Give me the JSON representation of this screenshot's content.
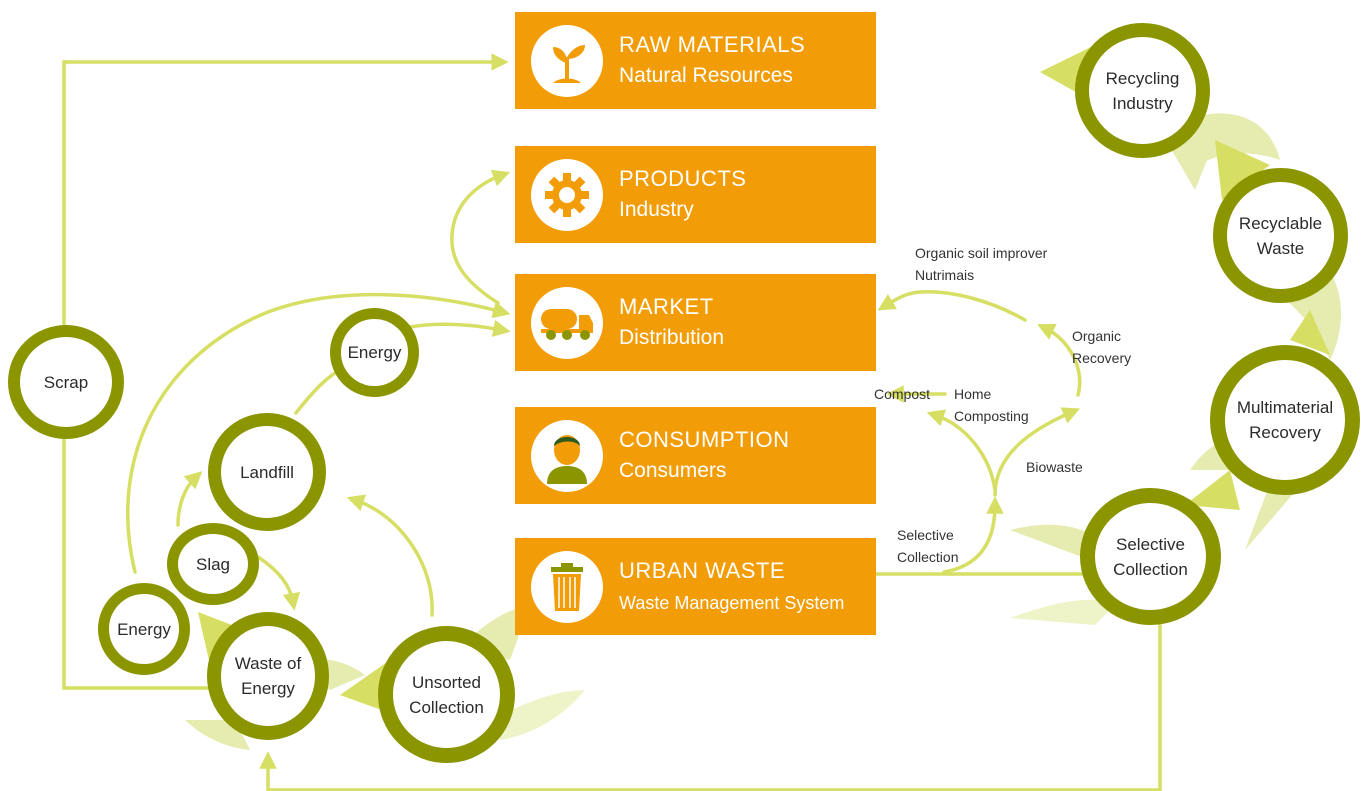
{
  "colors": {
    "box": "#f29c07",
    "ring": "#8a9500",
    "arrow": "#d6df63",
    "petal": "#e6ecb0",
    "petal_light": "#eef3c8"
  },
  "boxes": {
    "raw_materials": {
      "title": "RAW MATERIALS",
      "subtitle": "Natural Resources",
      "icon": "sprout-icon"
    },
    "products": {
      "title": "PRODUCTS",
      "subtitle": "Industry",
      "icon": "gear-icon"
    },
    "market": {
      "title": "MARKET",
      "subtitle": "Distribution",
      "icon": "tanker-truck-icon"
    },
    "consumption": {
      "title": "CONSUMPTION",
      "subtitle": "Consumers",
      "icon": "person-icon"
    },
    "urban_waste": {
      "title": "URBAN WASTE",
      "subtitle": "Waste Management System",
      "icon": "trash-bin-icon"
    }
  },
  "nodes": {
    "scrap": "Scrap",
    "energy_top": "Energy",
    "landfill": "Landfill",
    "slag": "Slag",
    "energy_bottom": "Energy",
    "waste_of_energy": "Waste of Energy",
    "unsorted_collection": "Unsorted Collection",
    "selective_collection": "Selective Collection",
    "multimaterial_recovery": "Multimaterial Recovery",
    "recyclable_waste": "Recyclable Waste",
    "recycling_industry": "Recycling Industry"
  },
  "flow_labels": {
    "organic_soil": "Organic soil improver Nutrimais",
    "organic_recovery": "Organic Recovery",
    "compost": "Compost",
    "home_composting": "Home Composting",
    "biowaste": "Biowaste",
    "selective_collection": "Selective Collection"
  }
}
